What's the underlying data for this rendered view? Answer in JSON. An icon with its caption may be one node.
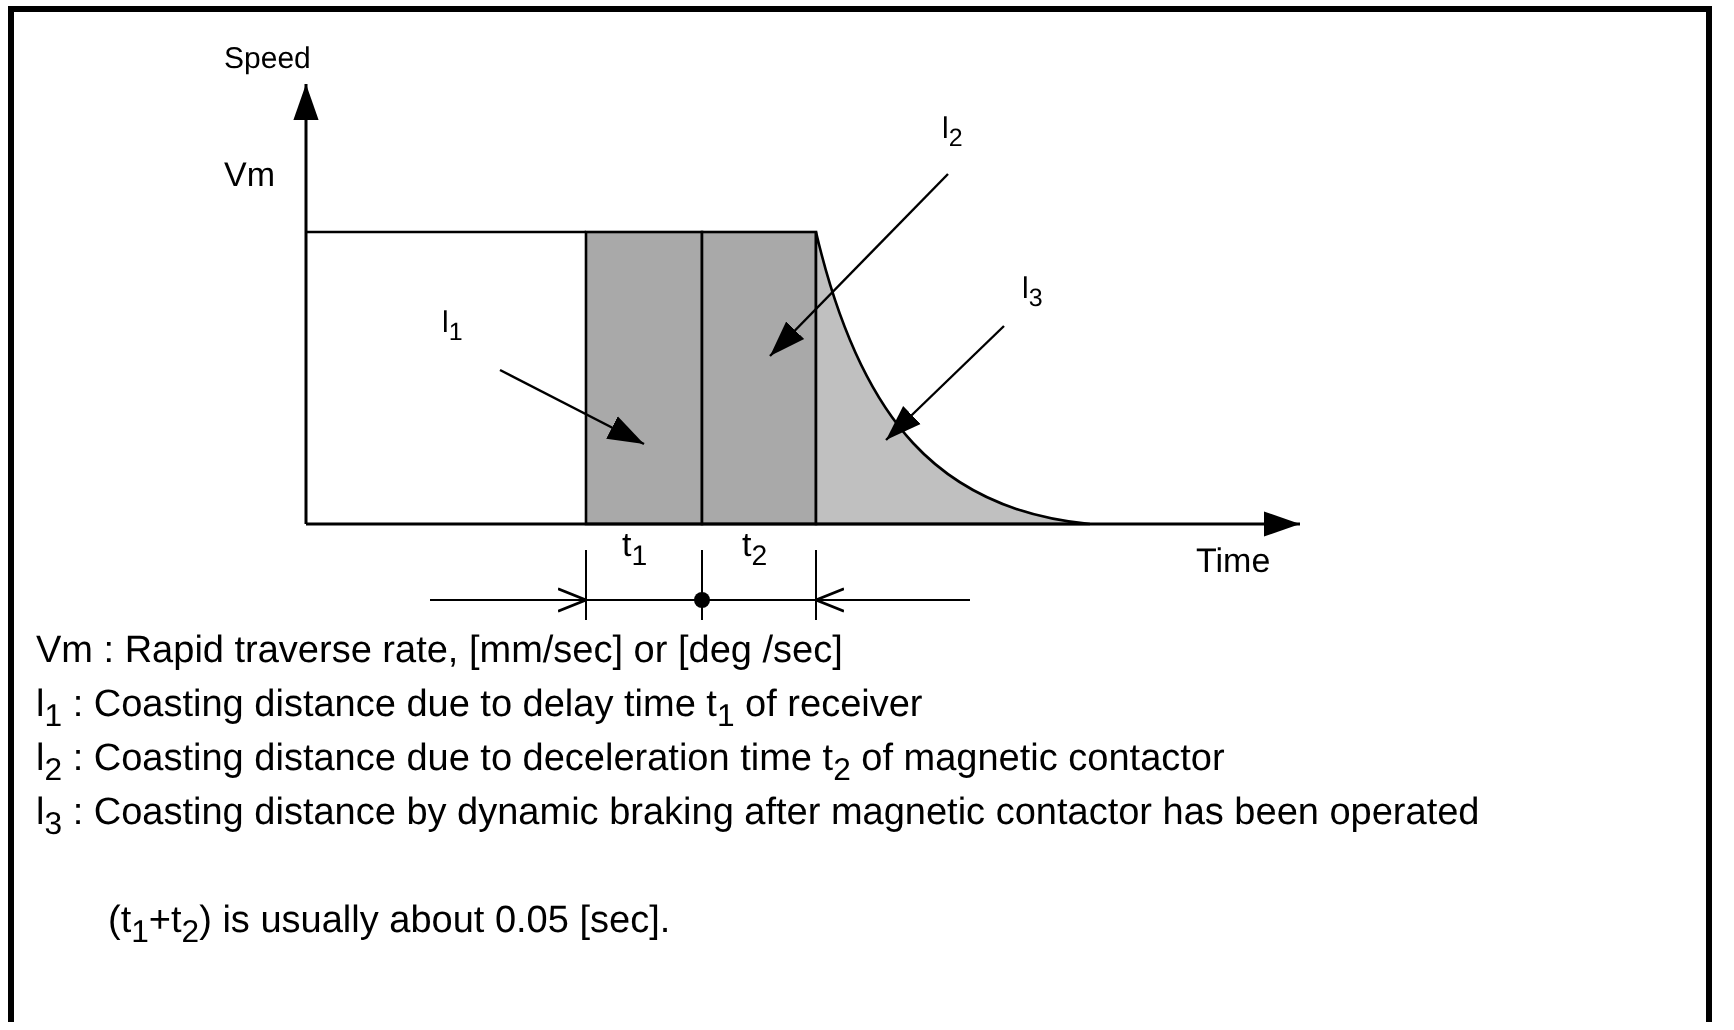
{
  "diagram": {
    "nodes": [
      {
        "text": [
          "l$_{1}$"
        ]
      },
      {
        "text": [],
        "shape": "box"
      },
      {
        "text": [
          "l$_{2}$"
        ]
      },
      {
        "text": [],
        "shape": "box"
      },
      {
        "text": [
          "l$_{3}$"
        ]
      },
      {
        "text": [],
        "shape": "picture"
      }
    ],
    "edges": [
      {
        "from": 0,
        "to": 1,
        "arrow": "to"
      },
      {
        "from": 2,
        "to": 3,
        "arrow": "to"
      },
      {
        "from": 4,
        "to": 5,
        "arrow": "to"
      }
    ],
    "labels": [
      "Speed",
      "Vm",
      "Time",
      "t$_{1}$",
      "t$_{2}$",
      "Vm : Rapid traverse rate, [mm/sec] or [deg /sec]",
      "l$_{1}$ : Coasting distance due to delay time t$_{1}$ of receiver",
      "l$_{2}$ : Coasting distance due to deceleration time t$_{2}$ of magnetic contactor",
      "l$_{3}$ : Coasting distance by dynamic braking after magnetic contactor has been operated",
      "(t$_{1}$+t$_{2}$) is usually about 0.05 [sec]."
    ]
  }
}
